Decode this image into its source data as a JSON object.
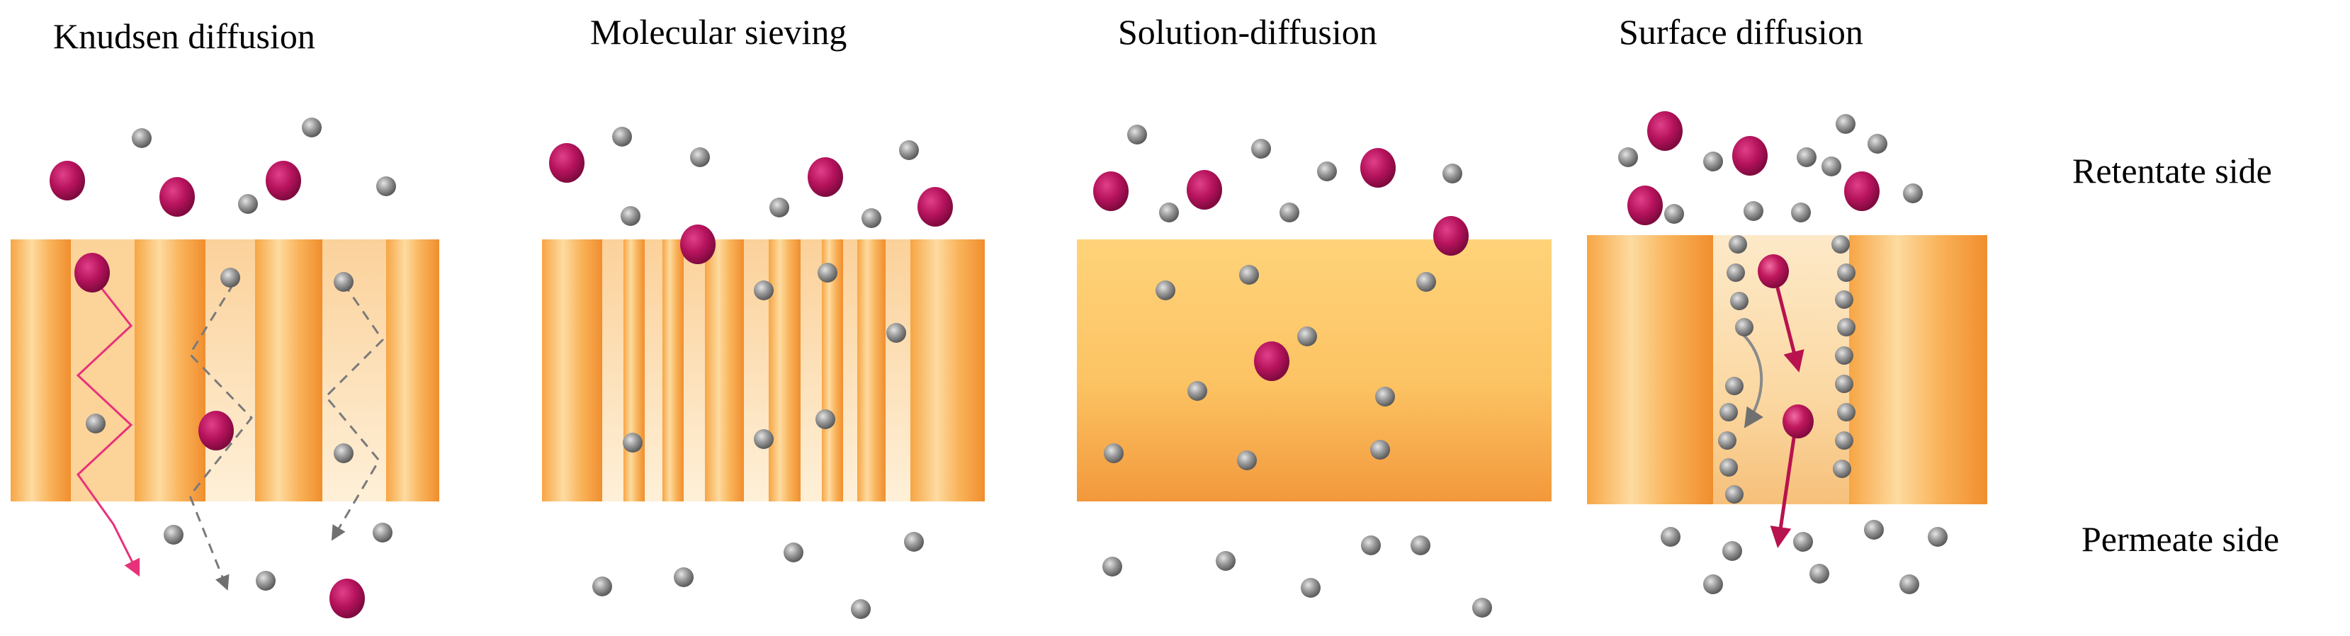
{
  "panels": [
    {
      "title": "Knudsen diffusion"
    },
    {
      "title": "Molecular sieving"
    },
    {
      "title": "Solution-diffusion"
    },
    {
      "title": "Surface diffusion"
    }
  ],
  "side_labels": {
    "retentate": "Retentate side",
    "permeate": "Permeate side"
  },
  "colors": {
    "membrane_dark": "#f39a3a",
    "membrane_light": "#fde3b0",
    "large_molecule": "#b7135d",
    "small_molecule": "#8d8d8d",
    "knudsen_arrow": "#e8317b",
    "dashed_arrow": "#7a7a7a",
    "surface_arrow": "#b8124f"
  }
}
